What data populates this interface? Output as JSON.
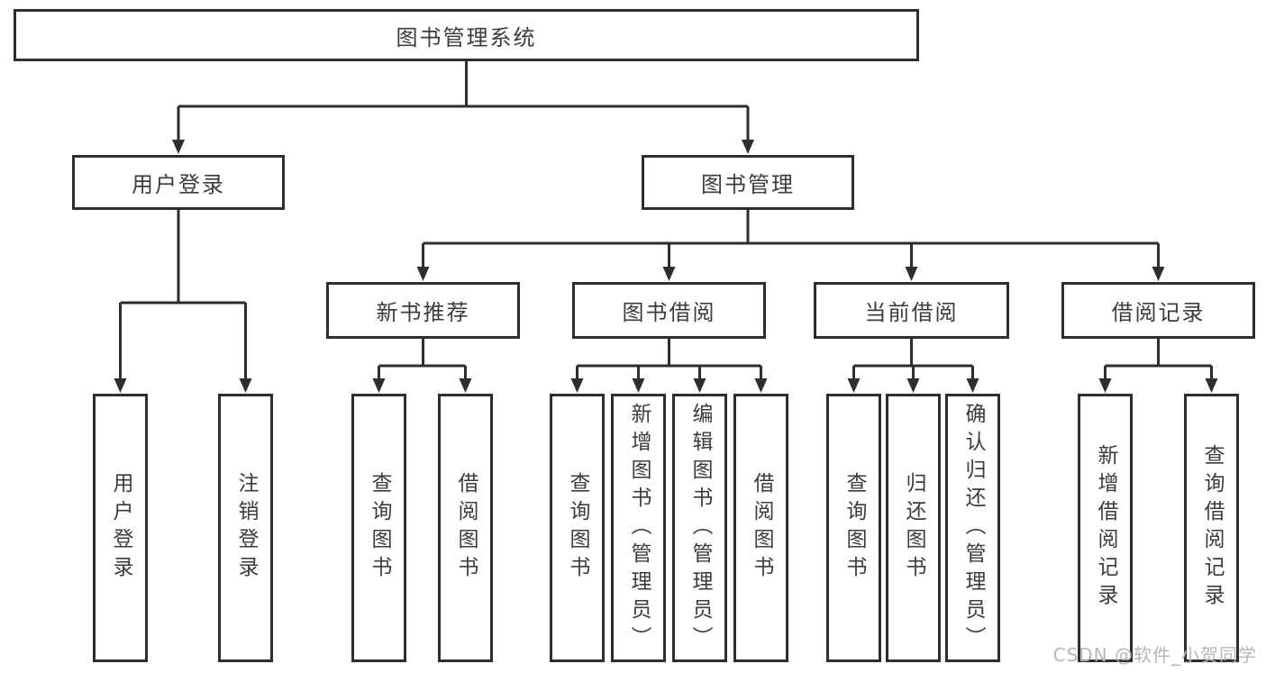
{
  "tree": {
    "label": "图书管理系统",
    "children": [
      {
        "label": "用户登录",
        "children": [
          {
            "label": "用户登录"
          },
          {
            "label": "注销登录"
          }
        ]
      },
      {
        "label": "图书管理",
        "children": [
          {
            "label": "新书推荐",
            "children": [
              {
                "label": "查询图书"
              },
              {
                "label": "借阅图书"
              }
            ]
          },
          {
            "label": "图书借阅",
            "children": [
              {
                "label": "查询图书"
              },
              {
                "label": "新增图书（管理员）"
              },
              {
                "label": "编辑图书（管理员）"
              },
              {
                "label": "借阅图书"
              }
            ]
          },
          {
            "label": "当前借阅",
            "children": [
              {
                "label": "查询图书"
              },
              {
                "label": "归还图书"
              },
              {
                "label": "确认归还（管理员）"
              }
            ]
          },
          {
            "label": "借阅记录",
            "children": [
              {
                "label": "新增借阅记录"
              },
              {
                "label": "查询借阅记录"
              }
            ]
          }
        ]
      }
    ]
  },
  "watermark": {
    "text": "CSDN @软件_小贺同学"
  },
  "colors": {
    "line": "#2e2e2e",
    "box_border": "#2e2e2e",
    "text": "#3c3c3c",
    "background": "#ffffff",
    "watermark": "#b7b7bb"
  }
}
